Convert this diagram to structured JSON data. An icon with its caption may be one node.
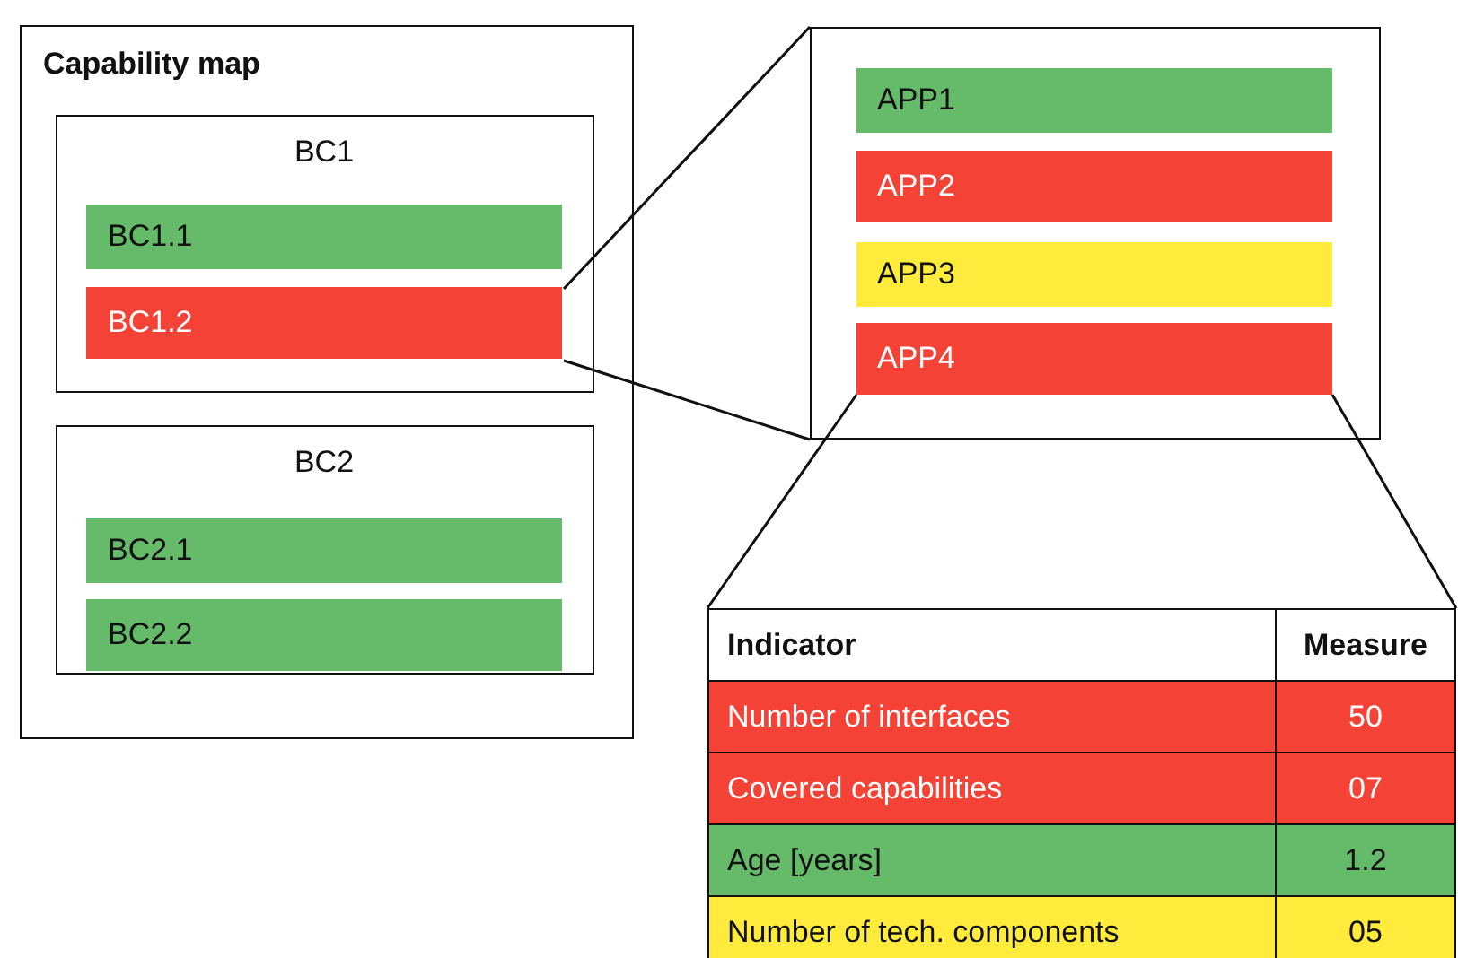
{
  "diagram": {
    "nodes": [
      {
        "text": [
          "Capability map"
        ]
      },
      {
        "text": [
          "BC1"
        ],
        "in": 0
      },
      {
        "text": [
          "BC1.1"
        ],
        "in": 1
      },
      {
        "text": [
          "BC1.2"
        ],
        "in": 1
      },
      {
        "text": [
          "BC2"
        ],
        "in": 0
      },
      {
        "text": [
          "BC2.1"
        ],
        "in": 4
      },
      {
        "text": [
          "BC2.2"
        ],
        "in": 4
      },
      {
        "text": [],
        "shape": "box"
      },
      {
        "text": [
          "APP1"
        ],
        "in": 7
      },
      {
        "text": [
          "APP2"
        ],
        "in": 7
      },
      {
        "text": [
          "APP3"
        ],
        "in": 7
      },
      {
        "text": [
          "APP4"
        ],
        "in": 7
      },
      {
        "text": [],
        "shape": "table"
      }
    ],
    "edges": [
      {
        "from": 3,
        "to": 7,
        "arrow": "none"
      },
      {
        "from": 3,
        "to": 7,
        "arrow": "none"
      },
      {
        "from": 11,
        "to": 12,
        "arrow": "none"
      },
      {
        "from": 11,
        "to": 12,
        "arrow": "none"
      }
    ],
    "labels": [
      "Indicator",
      "Measure",
      "Number of interfaces",
      "50",
      "Covered capabilities",
      "07",
      "Age [years]",
      "1.2",
      "Number of tech. components",
      "05"
    ]
  }
}
